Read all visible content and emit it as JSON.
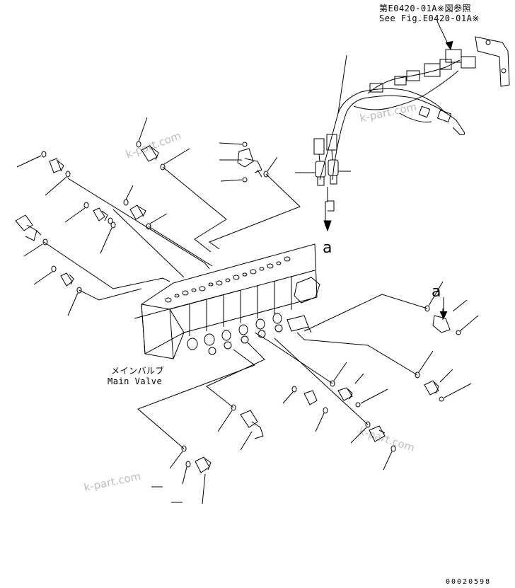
{
  "reference": {
    "line_jp": "第E0420-01A※図参照",
    "line_en": "See Fig.E0420-01A※"
  },
  "main_valve": {
    "label_jp": "メインバルブ",
    "label_en": "Main Valve"
  },
  "view_marker": "a",
  "watermarks": [
    "k-part.com",
    "k-part.com",
    "k-part.com"
  ],
  "part_number": "00020598"
}
